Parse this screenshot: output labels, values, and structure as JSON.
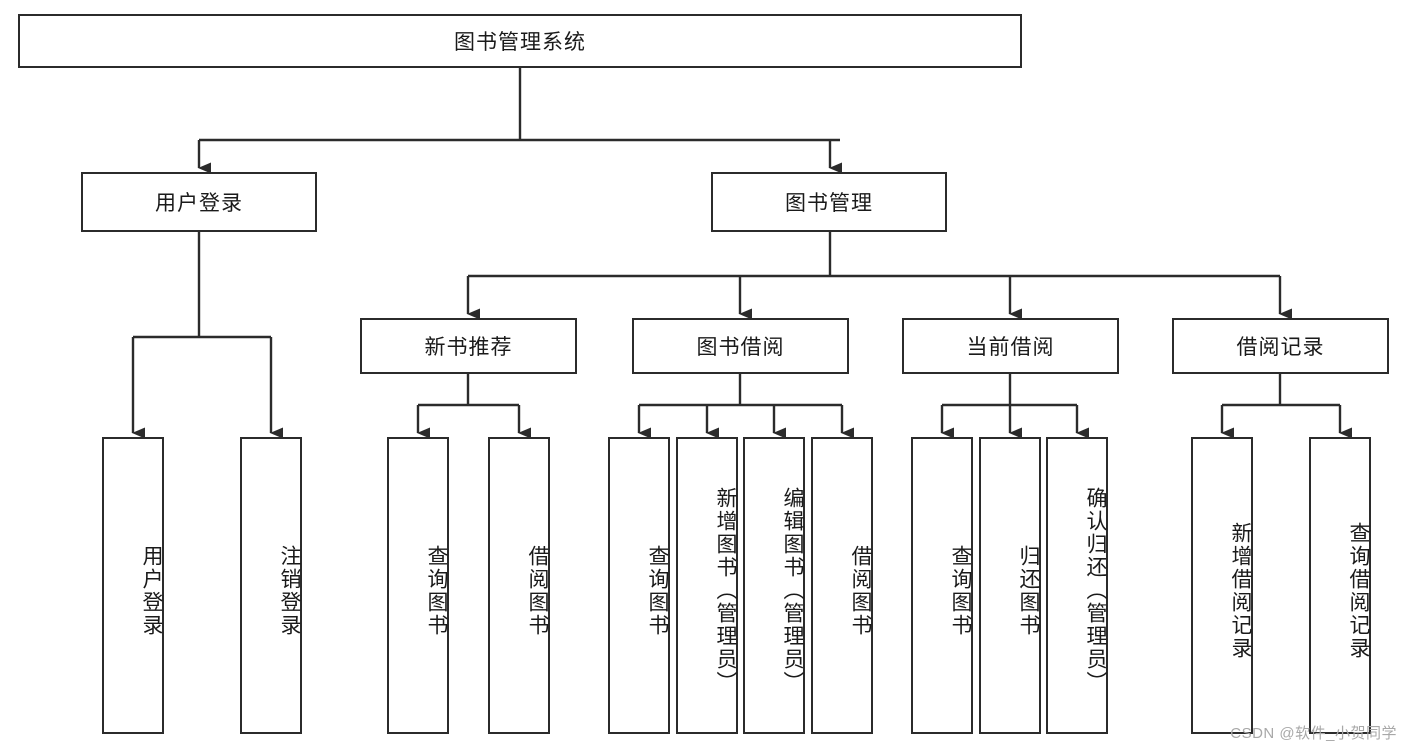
{
  "diagram": {
    "title": "图书管理系统",
    "type": "tree-hierarchy-diagram",
    "colors": {
      "box_border": "#2b2b2b",
      "box_fill": "#ffffff",
      "line": "#2b2b2b",
      "text": "#1a1a1a",
      "watermark": "#a8a8a8"
    },
    "root": {
      "label": "图书管理系统"
    },
    "level1": [
      {
        "label": "用户登录"
      },
      {
        "label": "图书管理"
      }
    ],
    "level2": [
      {
        "label": "新书推荐"
      },
      {
        "label": "图书借阅"
      },
      {
        "label": "当前借阅"
      },
      {
        "label": "借阅记录"
      }
    ],
    "leaves": {
      "user_login": [
        {
          "label": "用户登录"
        },
        {
          "label": "注销登录"
        }
      ],
      "new_book_recommend": [
        {
          "label": "查询图书"
        },
        {
          "label": "借阅图书"
        }
      ],
      "book_borrow": [
        {
          "label": "查询图书"
        },
        {
          "label": "新增图书（管理员）"
        },
        {
          "label": "编辑图书（管理员）"
        },
        {
          "label": "借阅图书"
        }
      ],
      "current_borrow": [
        {
          "label": "查询图书"
        },
        {
          "label": "归还图书"
        },
        {
          "label": "确认归还（管理员）"
        }
      ],
      "borrow_record": [
        {
          "label": "新增借阅记录"
        },
        {
          "label": "查询借阅记录"
        }
      ]
    },
    "watermark": "CSDN @软件_小贺同学"
  }
}
